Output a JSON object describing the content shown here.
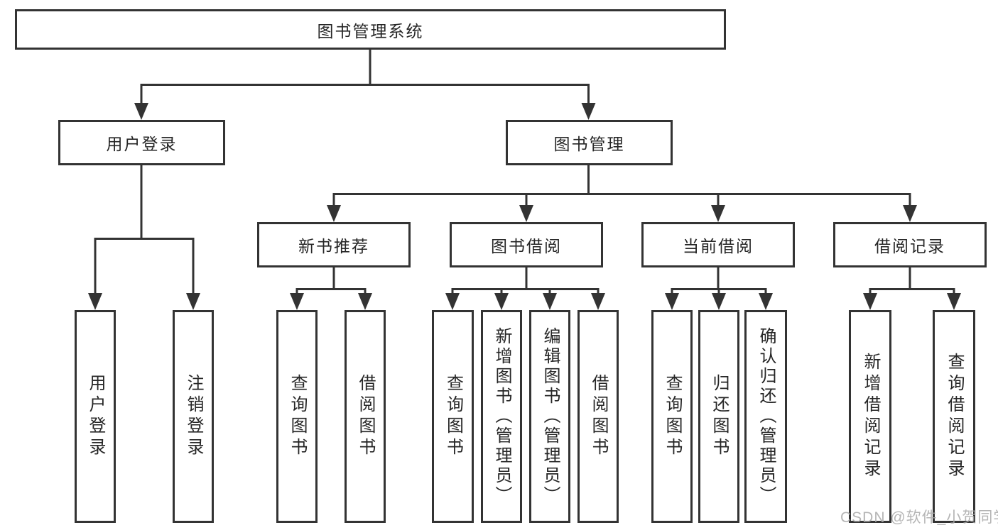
{
  "diagram": {
    "root": {
      "label": "图书管理系统"
    },
    "level2": {
      "user_login": {
        "label": "用户登录"
      },
      "book_mgmt": {
        "label": "图书管理"
      }
    },
    "level3": {
      "new_book": {
        "label": "新书推荐"
      },
      "book_borrow": {
        "label": "图书借阅"
      },
      "current_borrow": {
        "label": "当前借阅"
      },
      "borrow_record": {
        "label": "借阅记录"
      }
    },
    "leaves": {
      "user_login": [
        {
          "label": "用户登录"
        },
        {
          "label": "注销登录"
        }
      ],
      "new_book": [
        {
          "label": "查询图书"
        },
        {
          "label": "借阅图书"
        }
      ],
      "book_borrow": [
        {
          "label": "查询图书"
        },
        {
          "label": "新增图书（管理员）"
        },
        {
          "label": "编辑图书（管理员）"
        },
        {
          "label": "借阅图书"
        }
      ],
      "current_borrow": [
        {
          "label": "查询图书"
        },
        {
          "label": "归还图书"
        },
        {
          "label": "确认归还（管理员）"
        }
      ],
      "borrow_record": [
        {
          "label": "新增借阅记录"
        },
        {
          "label": "查询借阅记录"
        }
      ]
    }
  },
  "watermark": {
    "text": "CSDN @软件_小贺同学"
  },
  "colors": {
    "line": "#333333",
    "box_border": "#333333",
    "text": "#262626",
    "background": "#ffffff",
    "watermark": "#a8a8a8"
  }
}
